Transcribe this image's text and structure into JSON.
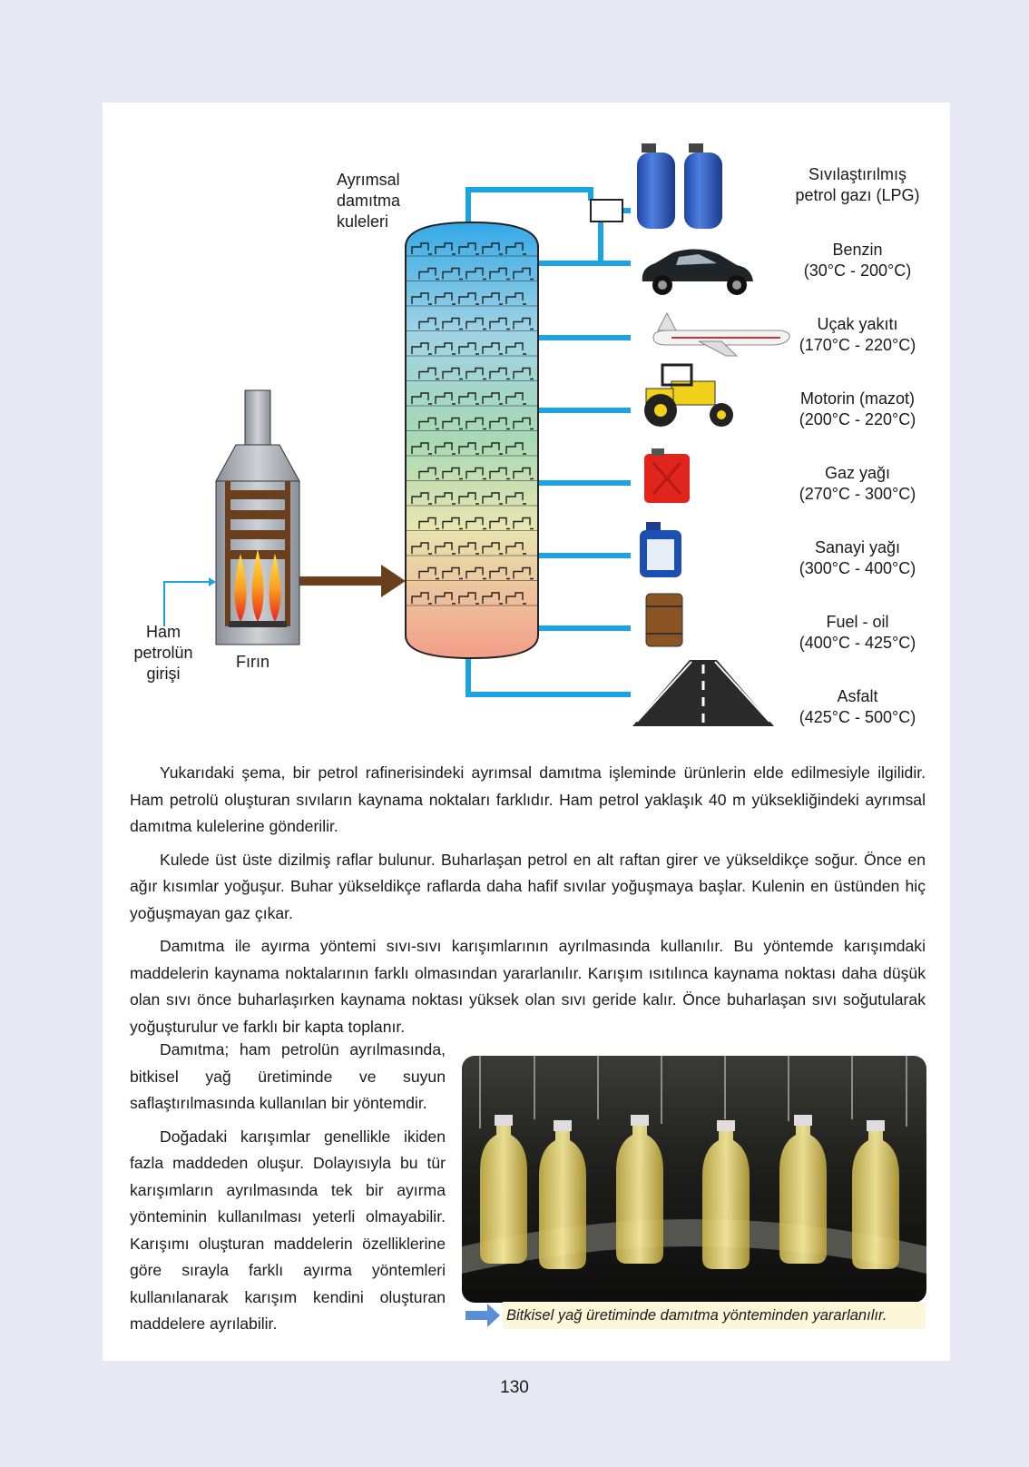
{
  "diagram": {
    "tower_label": [
      "Ayrımsal",
      "damıtma",
      "kuleleri"
    ],
    "input_label": [
      "Ham",
      "petrolün",
      "girişi"
    ],
    "furnace_label": "Fırın",
    "products": [
      {
        "name": "Sıvılaştırılmış",
        "range": "petrol gazı (LPG)",
        "icon": "gas-cylinder-icon"
      },
      {
        "name": "Benzin",
        "range": "(30°C - 200°C)",
        "icon": "car-icon"
      },
      {
        "name": "Uçak yakıtı",
        "range": "(170°C - 220°C)",
        "icon": "airplane-icon"
      },
      {
        "name": "Motorin (mazot)",
        "range": "(200°C - 220°C)",
        "icon": "tractor-icon"
      },
      {
        "name": "Gaz yağı",
        "range": "(270°C - 300°C)",
        "icon": "jerrycan-icon"
      },
      {
        "name": "Sanayi yağı",
        "range": "(300°C - 400°C)",
        "icon": "oil-bottle-icon"
      },
      {
        "name": "Fuel - oil",
        "range": "(400°C - 425°C)",
        "icon": "barrel-icon"
      },
      {
        "name": "Asfalt",
        "range": "(425°C - 500°C)",
        "icon": "road-icon"
      }
    ],
    "colors": {
      "pipe": "#1aa4e4",
      "arrow": "#6a3f1e",
      "tower_top": "#33a9e6",
      "tower_bottom": "#f4a08a"
    }
  },
  "paragraphs": [
    "Yukarıdaki şema, bir petrol rafinerisindeki ayrımsal damıtma işleminde ürünlerin elde edilmesiyle ilgilidir. Ham petrolü oluşturan sıvıların kaynama noktaları farklıdır. Ham petrol yaklaşık 40 m yüksekliğindeki ayrımsal damıtma kulelerine gönderilir.",
    "Kulede üst üste dizilmiş raflar bulunur. Buharlaşan petrol en alt raftan girer ve yükseldikçe soğur. Önce en ağır kısımlar yoğuşur. Buhar yükseldikçe raflarda daha hafif sıvılar yoğuşmaya başlar. Kulenin en üstünden hiç yoğuşmayan gaz çıkar.",
    "Damıtma ile ayırma yöntemi sıvı-sıvı karışımlarının ayrılmasında kullanılır. Bu yöntemde karışımdaki maddelerin kaynama noktalarının farklı olmasından yararlanılır. Karışım ısıtılınca kaynama noktası daha düşük olan sıvı önce buharlaşırken kaynama noktası yüksek olan sıvı geride kalır. Önce buharlaşan sıvı soğutularak yoğuşturulur ve farklı bir kapta toplanır."
  ],
  "side_paragraphs": [
    "Damıtma; ham petrolün ayrılmasında, bitkisel yağ üretiminde ve suyun saflaştırılmasında kullanılan bir yöntemdir.",
    "Doğadaki karışımlar genellikle ikiden fazla maddeden oluşur. Dolayısıyla bu tür karışımların ayrılmasında tek bir ayırma yönteminin kullanılması yeterli olmayabilir. Karışımı oluşturan maddelerin özelliklerine göre sırayla farklı ayırma yöntemleri kullanılanarak karışım kendini oluşturan maddelere ayrılabilir."
  ],
  "photo_caption": "Bitkisel yağ üretiminde damıtma yönteminden yararlanılır.",
  "page_number": "130"
}
